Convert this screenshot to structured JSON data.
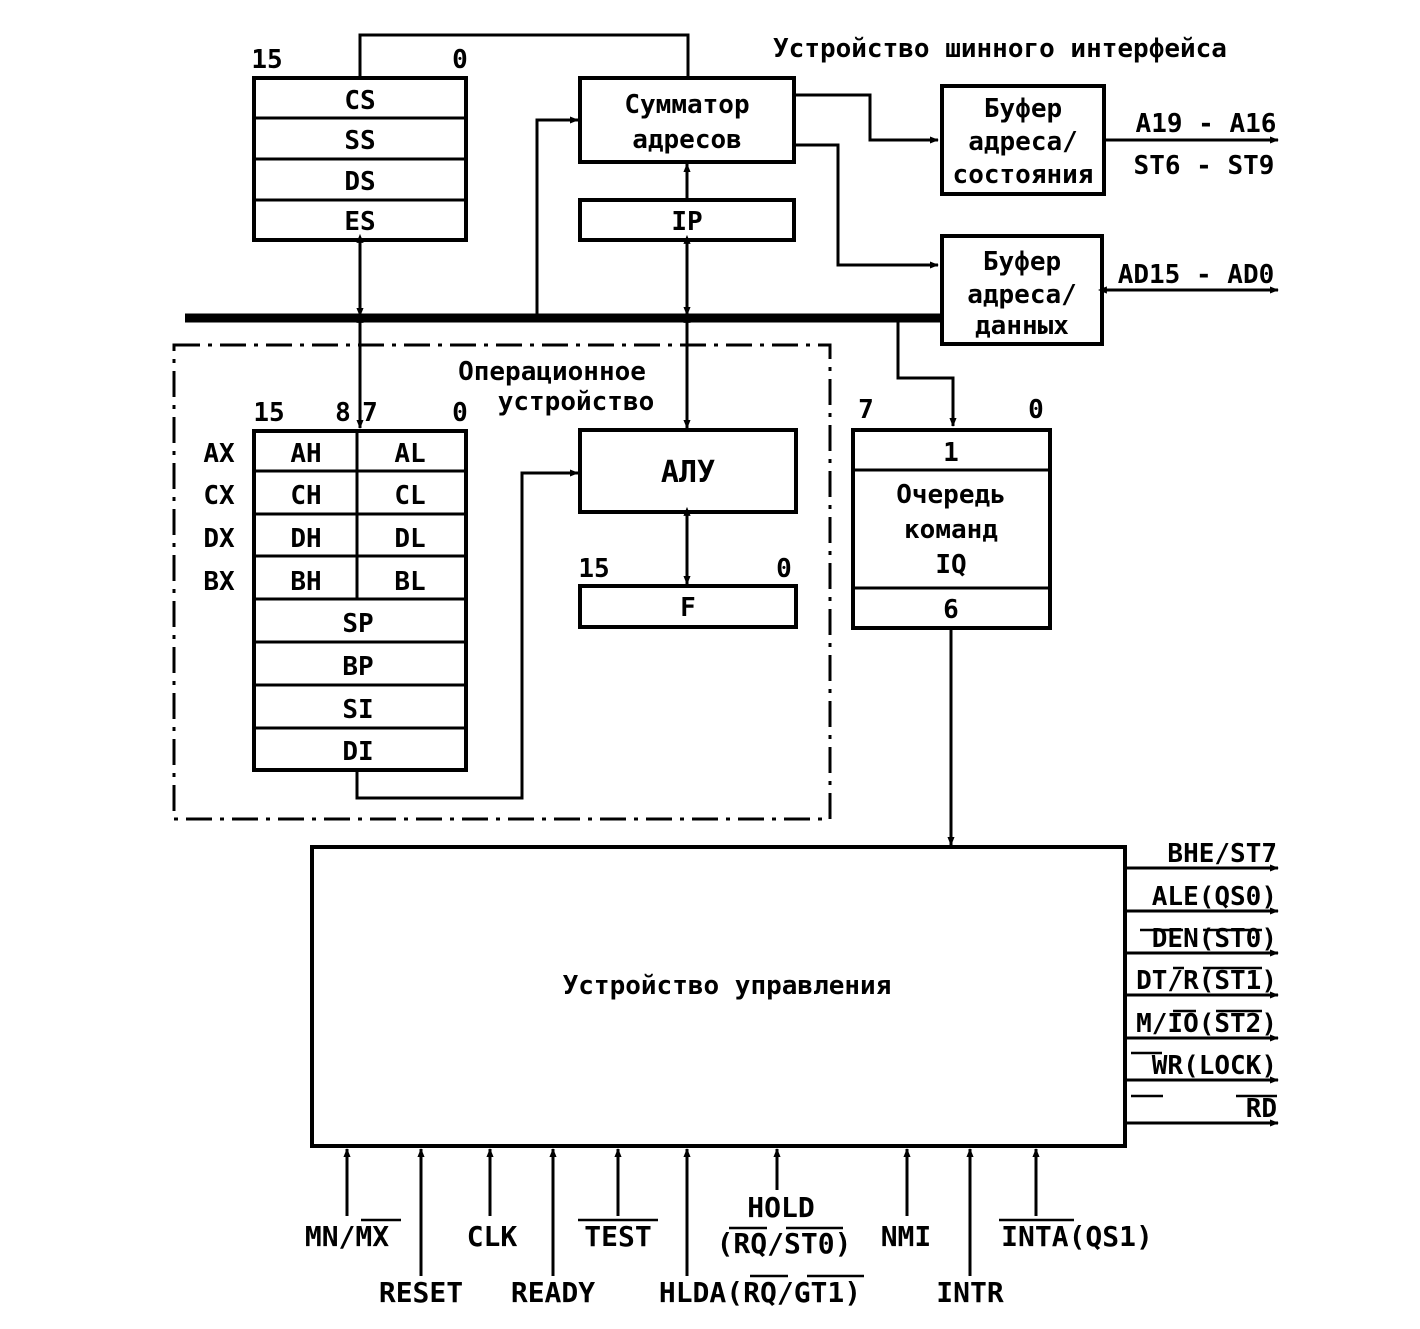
{
  "biu": {
    "title": "Устройство шинного интерфейса",
    "seg_bits": {
      "hi": "15",
      "lo": "0"
    },
    "seg_regs": [
      "CS",
      "SS",
      "DS",
      "ES"
    ],
    "adder": {
      "line1": "Сумматор",
      "line2": "адресов"
    },
    "ip": "IP",
    "addr_status_buffer": {
      "line1": "Буфер",
      "line2": "адреса/",
      "line3": "состояния"
    },
    "addr_data_buffer": {
      "line1": "Буфер",
      "line2": "адреса/",
      "line3": "данных"
    },
    "outputs": {
      "a19_a16": "A19 - A16",
      "st6_st9": "ST6 - ST9",
      "ad15_ad0": "AD15 - AD0"
    },
    "queue": {
      "bit_hi": "7",
      "bit_lo": "0",
      "first": "1",
      "line1": "Очередь",
      "line2": "команд",
      "line3": "IQ",
      "last": "6"
    }
  },
  "eu": {
    "title_line1": "Операционное",
    "title_line2": "устройство",
    "reg_bits": {
      "b15": "15",
      "b8": "8",
      "b7": "7",
      "b0": "0"
    },
    "gp_regs": [
      {
        "name": "AX",
        "hi": "AH",
        "lo": "AL"
      },
      {
        "name": "CX",
        "hi": "CH",
        "lo": "CL"
      },
      {
        "name": "DX",
        "hi": "DH",
        "lo": "DL"
      },
      {
        "name": "BX",
        "hi": "BH",
        "lo": "BL"
      }
    ],
    "ptr_regs": [
      "SP",
      "BP",
      "SI",
      "DI"
    ],
    "alu": "АЛУ",
    "flags_bits": {
      "hi": "15",
      "lo": "0"
    },
    "flags": "F"
  },
  "control": {
    "title": "Устройство управления",
    "outputs": [
      "BHE/ST7",
      "ALE(QS0)",
      "DEN(ST0)",
      "DT/R(ST1)",
      "M/IO(ST2)",
      "WR(LOCK)",
      "RD"
    ],
    "inputs_top": [
      "MN/MX",
      "CLK",
      "TEST",
      "HOLD",
      "(RQ/ST0)",
      "NMI",
      "INTA(QS1)"
    ],
    "inputs_bottom": [
      "RESET",
      "READY",
      "HLDA(RQ/GT1)",
      "INTR"
    ]
  }
}
